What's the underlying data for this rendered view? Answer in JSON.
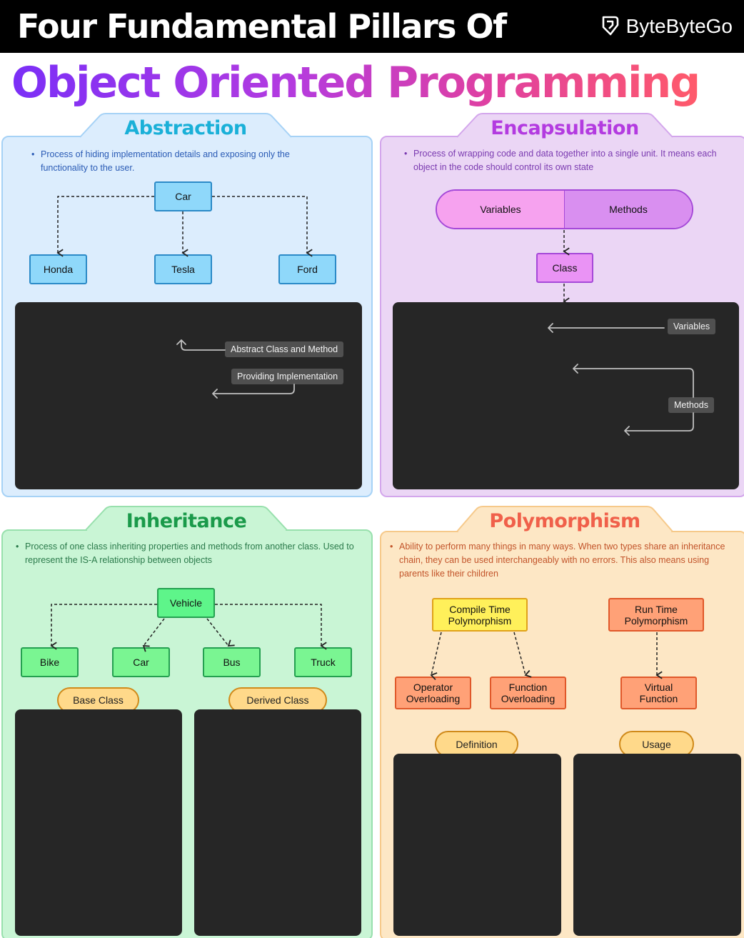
{
  "header": {
    "title_line1": "Four Fundamental Pillars Of",
    "title_line2": "Object Oriented Programming",
    "brand": "ByteByteGo"
  },
  "abstraction": {
    "title": "Abstraction",
    "description": "Process of hiding implementation details and exposing only the functionality to the user.",
    "root": "Car",
    "children": [
      "Honda",
      "Tesla",
      "Ford"
    ],
    "tags": [
      "Abstract Class and Method",
      "Providing Implementation"
    ],
    "color": "#1ab0d8"
  },
  "encapsulation": {
    "title": "Encapsulation",
    "description": "Process of wrapping code and data together into a single unit. It means each object in the code should control its own state",
    "capsule": [
      "Variables",
      "Methods"
    ],
    "class_box": "Class",
    "tags": [
      "Variables",
      "Methods"
    ],
    "color": "#b33be0"
  },
  "inheritance": {
    "title": "Inheritance",
    "description": "Process of one class inheriting properties and methods from another class. Used to represent the IS-A relationship between objects",
    "root": "Vehicle",
    "children": [
      "Bike",
      "Car",
      "Bus",
      "Truck"
    ],
    "labels": [
      "Base Class",
      "Derived Class"
    ],
    "color": "#1a9a4a"
  },
  "polymorphism": {
    "title": "Polymorphism",
    "description": "Ability to perform many things in many ways. When two types share an inheritance chain, they can be used interchangeably with no errors. This also means using parents like their children",
    "compile_time": "Compile Time Polymorphism",
    "run_time": "Run Time Polymorphism",
    "operator_overloading": "Operator Overloading",
    "function_overloading": "Function Overloading",
    "virtual_function": "Virtual Function",
    "labels": [
      "Definition",
      "Usage"
    ],
    "color": "#f0604a"
  }
}
